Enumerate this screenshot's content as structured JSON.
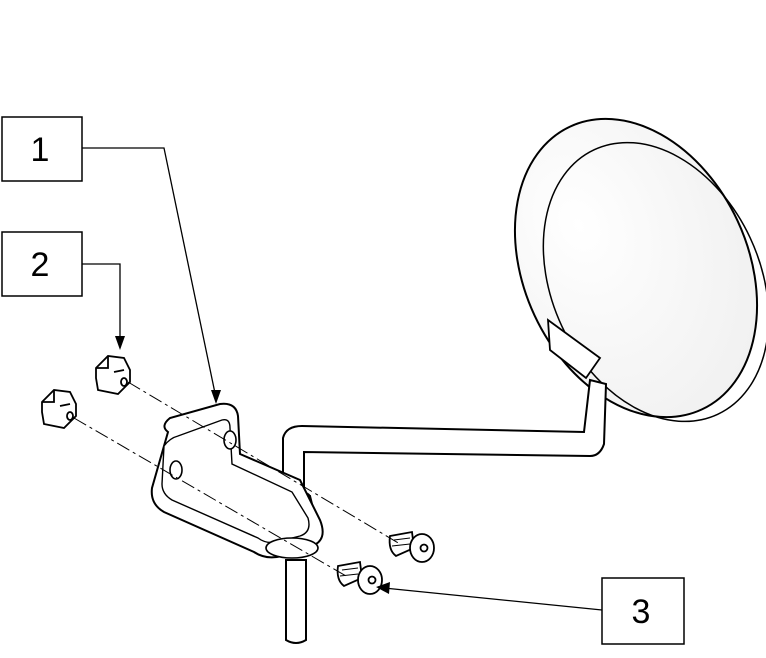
{
  "callouts": [
    {
      "id": "callout-1",
      "label": "1"
    },
    {
      "id": "callout-2",
      "label": "2"
    },
    {
      "id": "callout-3",
      "label": "3"
    }
  ],
  "colors": {
    "line": "#000000",
    "background": "#ffffff",
    "pad_shade": "#f4f4f4"
  }
}
